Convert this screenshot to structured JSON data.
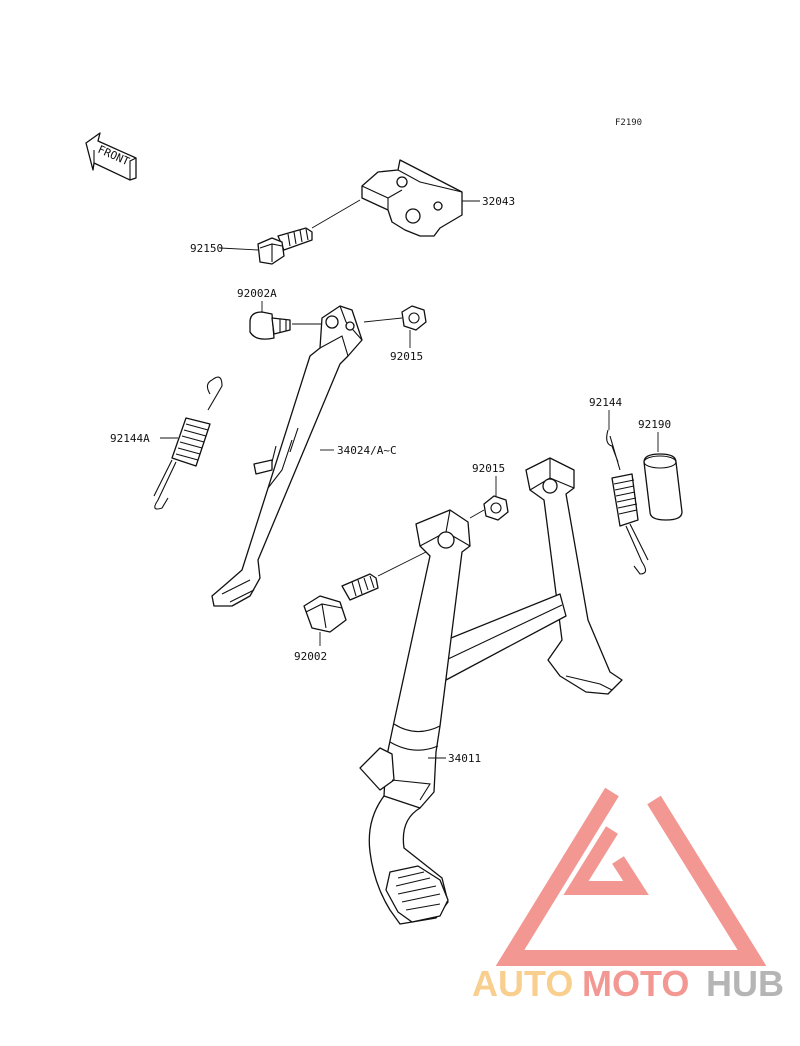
{
  "diagram_code": "F2190",
  "front_label": "FRONT",
  "callouts": {
    "bracket": "32043",
    "bracket_bolt": "92150",
    "pivot_bolt": "92002A",
    "side_nut": "92015",
    "side_spring": "92144A",
    "side_stand": "34024/A~C",
    "center_spring": "92144",
    "collar": "92190",
    "center_nut": "92015",
    "center_bolt": "92002",
    "center_stand": "34011"
  },
  "watermark": {
    "part1": "AUTO",
    "part2": "MOTO",
    "part3": "HUB",
    "color_light": "#f7c77c",
    "color_red": "#f0857f",
    "color_gray": "#a9a9a9"
  }
}
